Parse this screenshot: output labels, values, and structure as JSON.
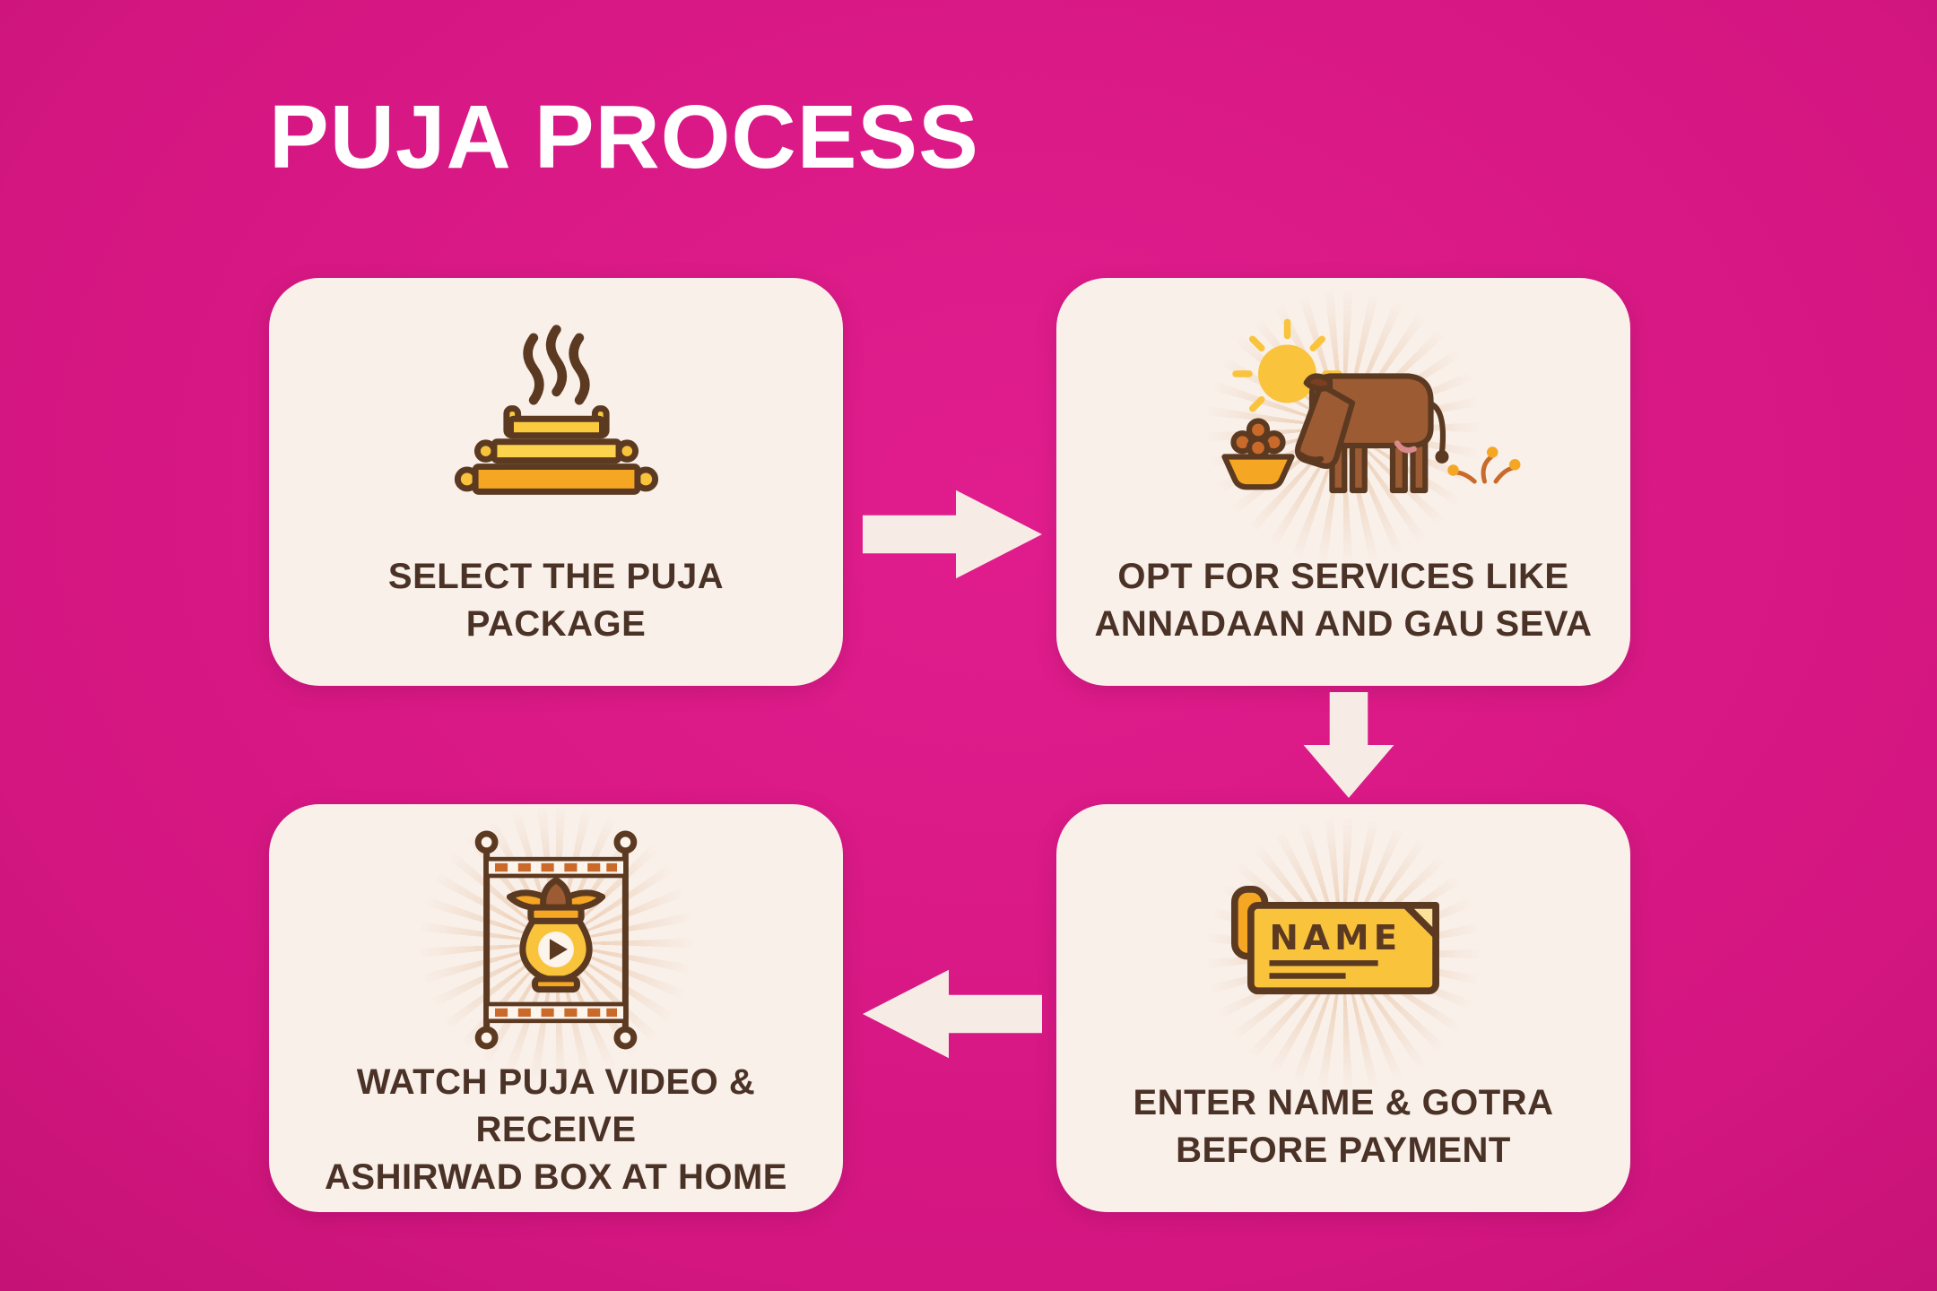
{
  "page": {
    "title": "PUJA PROCESS"
  },
  "steps": [
    {
      "order": 1,
      "lines": [
        "SELECT THE PUJA",
        "PACKAGE"
      ],
      "icon": "puja-thali-icon"
    },
    {
      "order": 2,
      "lines": [
        "OPT FOR SERVICES LIKE",
        "ANNADAAN AND GAU SEVA"
      ],
      "icon": "cow-gau-seva-icon"
    },
    {
      "order": 3,
      "lines": [
        "ENTER NAME & GOTRA",
        "BEFORE PAYMENT"
      ],
      "icon": "name-scroll-icon"
    },
    {
      "order": 4,
      "lines": [
        "WATCH PUJA VIDEO & RECEIVE",
        "ASHIRWAD BOX AT HOME"
      ],
      "icon": "kalash-video-icon"
    }
  ],
  "icon_texts": {
    "name_label": "NAME"
  },
  "flow": [
    {
      "from": 1,
      "to": 2,
      "direction": "right"
    },
    {
      "from": 2,
      "to": 3,
      "direction": "down"
    },
    {
      "from": 3,
      "to": 4,
      "direction": "left"
    }
  ],
  "colors": {
    "background": "#d41681",
    "card_background": "#f9f0ea",
    "title_text": "#ffffff",
    "card_text": "#4b3227",
    "icon_yellow": "#f9c33c",
    "icon_orange": "#f5a623",
    "icon_outline_brown": "#5c3a21",
    "cow_brown": "#9c5b33",
    "arrow": "#f7ece5"
  }
}
